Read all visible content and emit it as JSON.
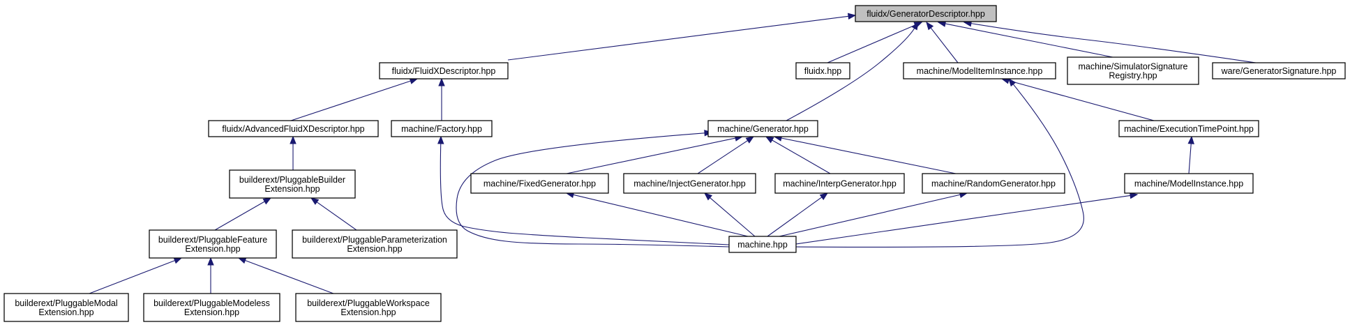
{
  "diagram": {
    "type": "include-dependency-graph",
    "colors": {
      "edge": "#191970",
      "root_fill": "#c0c0c0",
      "node_fill": "#ffffff",
      "border": "#000000"
    },
    "nodes": [
      {
        "id": "gendesc",
        "lines": [
          "fluidx/GeneratorDescriptor.hpp"
        ],
        "root": true
      },
      {
        "id": "fxdesc",
        "lines": [
          "fluidx/FluidXDescriptor.hpp"
        ]
      },
      {
        "id": "fluidx",
        "lines": [
          "fluidx.hpp"
        ]
      },
      {
        "id": "mitem",
        "lines": [
          "machine/ModelItemInstance.hpp"
        ]
      },
      {
        "id": "simsig",
        "lines": [
          "machine/SimulatorSignature",
          "Registry.hpp"
        ]
      },
      {
        "id": "gensig",
        "lines": [
          "ware/GeneratorSignature.hpp"
        ]
      },
      {
        "id": "advfx",
        "lines": [
          "fluidx/AdvancedFluidXDescriptor.hpp"
        ]
      },
      {
        "id": "factory",
        "lines": [
          "machine/Factory.hpp"
        ]
      },
      {
        "id": "generator",
        "lines": [
          "machine/Generator.hpp"
        ]
      },
      {
        "id": "exectp",
        "lines": [
          "machine/ExecutionTimePoint.hpp"
        ]
      },
      {
        "id": "pbuilder",
        "lines": [
          "builderext/PluggableBuilder",
          "Extension.hpp"
        ]
      },
      {
        "id": "fixedgen",
        "lines": [
          "machine/FixedGenerator.hpp"
        ]
      },
      {
        "id": "injectgen",
        "lines": [
          "machine/InjectGenerator.hpp"
        ]
      },
      {
        "id": "interpgen",
        "lines": [
          "machine/InterpGenerator.hpp"
        ]
      },
      {
        "id": "randomgen",
        "lines": [
          "machine/RandomGenerator.hpp"
        ]
      },
      {
        "id": "minst",
        "lines": [
          "machine/ModelInstance.hpp"
        ]
      },
      {
        "id": "pfeature",
        "lines": [
          "builderext/PluggableFeature",
          "Extension.hpp"
        ]
      },
      {
        "id": "pparam",
        "lines": [
          "builderext/PluggableParameterization",
          "Extension.hpp"
        ]
      },
      {
        "id": "machine",
        "lines": [
          "machine.hpp"
        ]
      },
      {
        "id": "pmodal",
        "lines": [
          "builderext/PluggableModal",
          "Extension.hpp"
        ]
      },
      {
        "id": "pmodeless",
        "lines": [
          "builderext/PluggableModeless",
          "Extension.hpp"
        ]
      },
      {
        "id": "pworkspace",
        "lines": [
          "builderext/PluggableWorkspace",
          "Extension.hpp"
        ]
      }
    ],
    "edges": [
      {
        "from": "fxdesc",
        "to": "gendesc"
      },
      {
        "from": "fluidx",
        "to": "gendesc"
      },
      {
        "from": "generator",
        "to": "gendesc"
      },
      {
        "from": "mitem",
        "to": "gendesc"
      },
      {
        "from": "simsig",
        "to": "gendesc"
      },
      {
        "from": "gensig",
        "to": "gendesc"
      },
      {
        "from": "advfx",
        "to": "fxdesc"
      },
      {
        "from": "factory",
        "to": "fxdesc"
      },
      {
        "from": "pbuilder",
        "to": "advfx"
      },
      {
        "from": "pfeature",
        "to": "pbuilder"
      },
      {
        "from": "pparam",
        "to": "pbuilder"
      },
      {
        "from": "pmodal",
        "to": "pfeature"
      },
      {
        "from": "pmodeless",
        "to": "pfeature"
      },
      {
        "from": "pworkspace",
        "to": "pfeature"
      },
      {
        "from": "machine",
        "to": "factory"
      },
      {
        "from": "fixedgen",
        "to": "generator"
      },
      {
        "from": "injectgen",
        "to": "generator"
      },
      {
        "from": "interpgen",
        "to": "generator"
      },
      {
        "from": "randomgen",
        "to": "generator"
      },
      {
        "from": "machine",
        "to": "generator"
      },
      {
        "from": "machine",
        "to": "fixedgen"
      },
      {
        "from": "machine",
        "to": "injectgen"
      },
      {
        "from": "machine",
        "to": "interpgen"
      },
      {
        "from": "machine",
        "to": "randomgen"
      },
      {
        "from": "exectp",
        "to": "mitem"
      },
      {
        "from": "machine",
        "to": "mitem"
      },
      {
        "from": "minst",
        "to": "exectp"
      },
      {
        "from": "machine",
        "to": "minst"
      }
    ]
  }
}
